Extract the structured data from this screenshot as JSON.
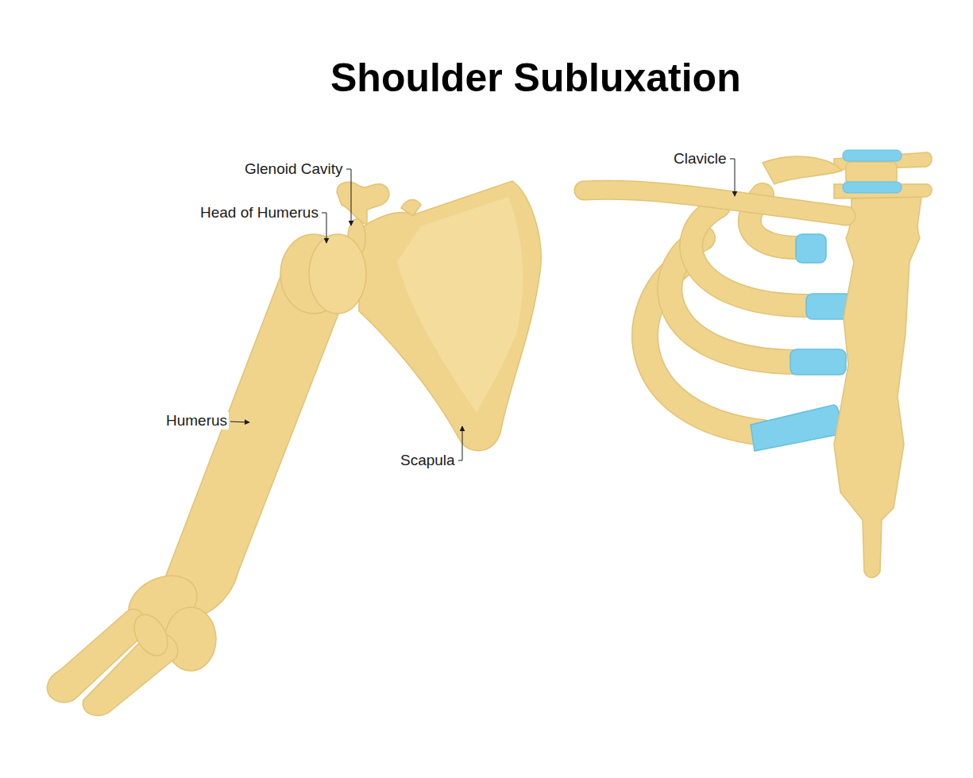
{
  "diagram": {
    "title": "Shoulder Subluxation",
    "labels": [
      "Glenoid Cavity",
      "Head of Humerus",
      "Humerus",
      "Scapula",
      "Clavicle"
    ]
  }
}
